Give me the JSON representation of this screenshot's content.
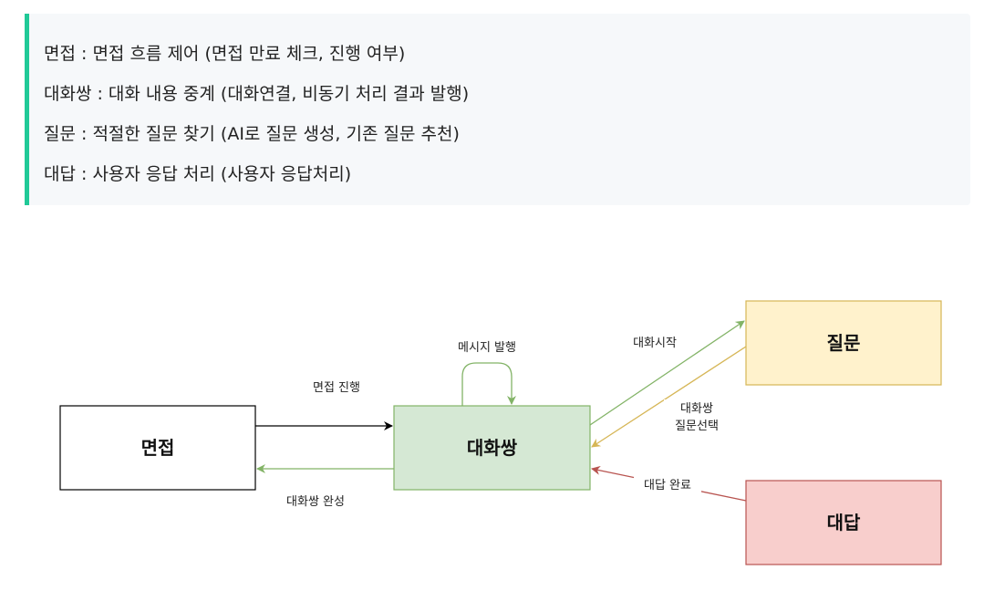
{
  "notes": [
    "면접 : 면접 흐름 제어 (면접 만료 체크, 진행 여부)",
    "대화쌍 : 대화 내용 중계 (대화연결, 비동기 처리 결과 발행)",
    "질문 : 적절한 질문 찾기 (AI로 질문 생성, 기존 질문 추천)",
    "대답 : 사용자 응답 처리 (사용자 응답처리)"
  ],
  "diagram": {
    "nodes": {
      "interview": "면접",
      "dialog_pair": "대화쌍",
      "question": "질문",
      "answer": "대답"
    },
    "edges": {
      "interview_progress": "면접 진행",
      "dialog_pair_complete": "대화쌍 완성",
      "message_publish": "메시지 발행",
      "dialog_start": "대화시작",
      "question_select_line1": "대화쌍",
      "question_select_line2": "질문선택",
      "answer_complete": "대답 완료"
    },
    "colors": {
      "interview_fill": "#ffffff",
      "interview_stroke": "#000000",
      "dialog_fill": "#d5e8d4",
      "dialog_stroke": "#82b366",
      "question_fill": "#fff2cc",
      "question_stroke": "#d6b656",
      "answer_fill": "#f8cecc",
      "answer_stroke": "#b85450",
      "accent_bar": "#20c997"
    }
  }
}
